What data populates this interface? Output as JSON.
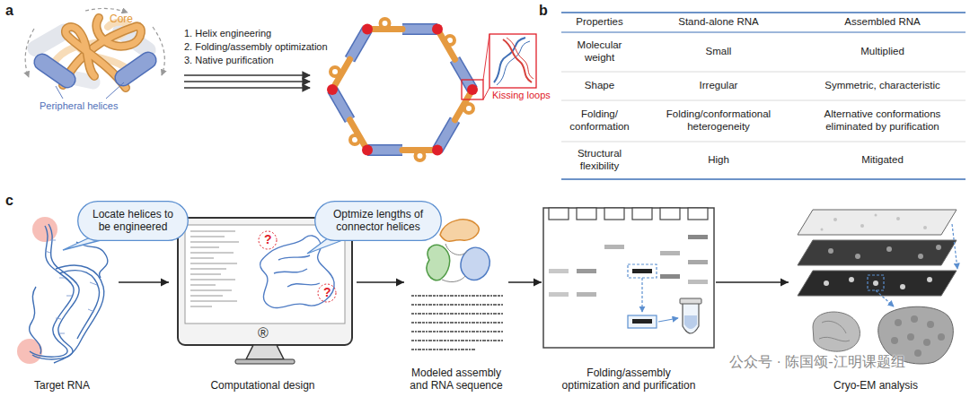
{
  "diagram": {
    "nodes": [
      {
        "text": [
          "Target RNA"
        ]
      },
      {
        "text": [
          "Locate helices to be engineered"
        ]
      },
      {
        "text": [
          "Computational design"
        ]
      },
      {
        "text": [
          "Optmize lengths of connector helices"
        ]
      },
      {
        "text": [
          "Modeled assembly and RNA sequence"
        ]
      },
      {
        "text": [
          "Folding/assembly optimization and purification"
        ]
      },
      {
        "text": [
          "Cryo-EM analysis"
        ]
      }
    ],
    "edges": [
      {
        "from": 0,
        "to": 2,
        "arrow": "to"
      },
      {
        "from": 2,
        "to": 4,
        "arrow": "to"
      },
      {
        "from": 4,
        "to": 5,
        "arrow": "to"
      },
      {
        "from": 5,
        "to": 6,
        "arrow": "to"
      }
    ],
    "labels": [
      "a",
      "Core",
      "Peripheral helices",
      "1. Helix engineering",
      "2. Folding/assembly optimization",
      "3. Native purification",
      "Kissing loops",
      "b",
      "Properties",
      "Stand-alone RNA",
      "Assembled RNA",
      "Molecular weight",
      "Small",
      "Multiplied",
      "Shape",
      "Irregular",
      "Symmetric, characteristic",
      "Folding/ conformation",
      "Folding/conformational heterogeneity",
      "Alternative conformations eliminated by purification",
      "Structural flexibility",
      "High",
      "Mitigated",
      "c",
      "?",
      "?",
      "®",
      "公众号 · 陈国颂-江明课题组"
    ]
  }
}
